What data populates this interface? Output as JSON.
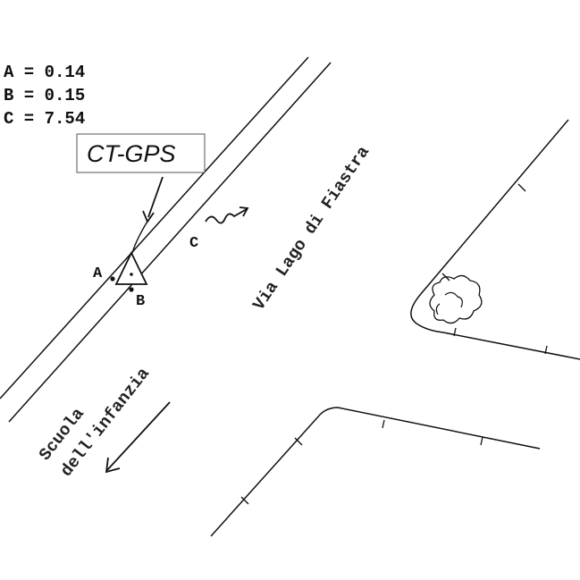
{
  "measurements": [
    {
      "label": "A",
      "text": "A = 0.14"
    },
    {
      "label": "B",
      "text": "B = 0.15"
    },
    {
      "label": "C",
      "text": "C = 7.54"
    }
  ],
  "device_label": "CT-GPS",
  "points": {
    "a": "A",
    "b": "B",
    "c": "C"
  },
  "street_label": "Via Lago di Fiastra",
  "school_label_line1": "Scuola",
  "school_label_line2": "dell'infanzia",
  "colors": {
    "ink": "#111111",
    "background": "#ffffff"
  }
}
